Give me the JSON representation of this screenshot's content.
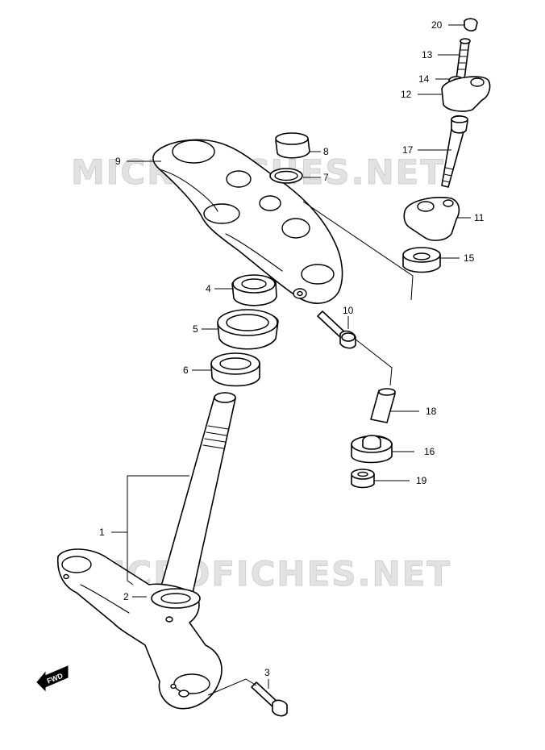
{
  "watermarks": [
    "MICROFICHES.NET",
    "MICROFICHES.NET"
  ],
  "direction_badge": {
    "label": "FWD",
    "icon": "forward-arrow-icon"
  },
  "callouts": [
    {
      "id": "1",
      "label": "1"
    },
    {
      "id": "2",
      "label": "2"
    },
    {
      "id": "3",
      "label": "3"
    },
    {
      "id": "4",
      "label": "4"
    },
    {
      "id": "5",
      "label": "5"
    },
    {
      "id": "6",
      "label": "6"
    },
    {
      "id": "7",
      "label": "7"
    },
    {
      "id": "8",
      "label": "8"
    },
    {
      "id": "9",
      "label": "9"
    },
    {
      "id": "10",
      "label": "10"
    },
    {
      "id": "11",
      "label": "11"
    },
    {
      "id": "12",
      "label": "12"
    },
    {
      "id": "13",
      "label": "13"
    },
    {
      "id": "14",
      "label": "14"
    },
    {
      "id": "15",
      "label": "15"
    },
    {
      "id": "16",
      "label": "16"
    },
    {
      "id": "17",
      "label": "17"
    },
    {
      "id": "18",
      "label": "18"
    },
    {
      "id": "19",
      "label": "19"
    },
    {
      "id": "20",
      "label": "20"
    }
  ]
}
